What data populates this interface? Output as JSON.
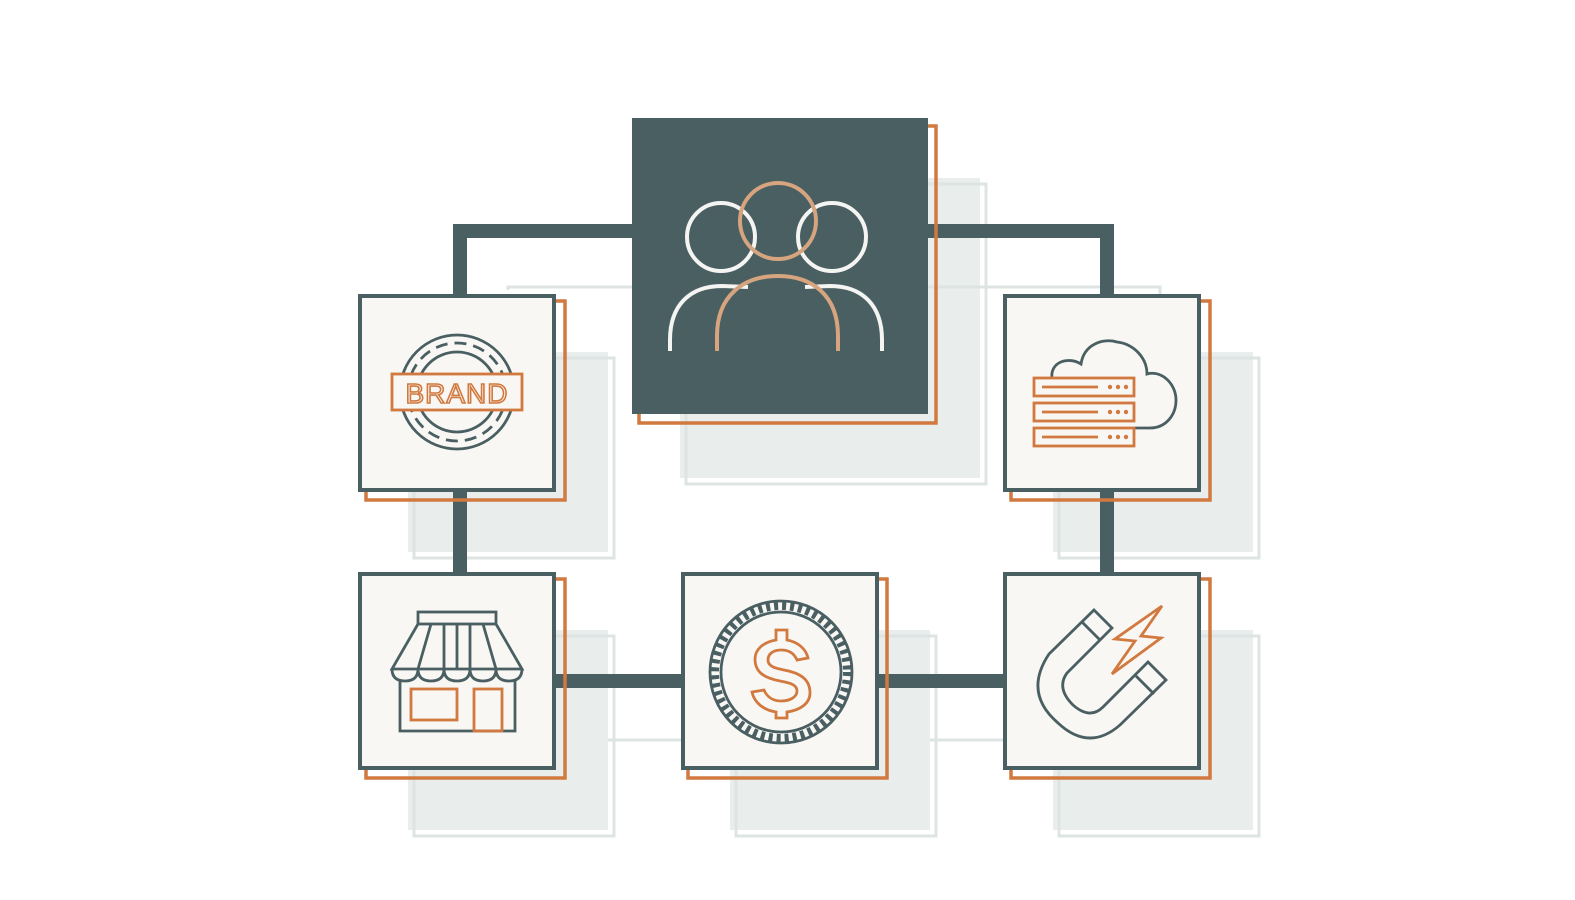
{
  "diagram": {
    "hub": {
      "icon": "users-group-icon"
    },
    "nodes": [
      {
        "id": "brand",
        "icon": "brand-badge-icon",
        "label": "BRAND"
      },
      {
        "id": "cloud",
        "icon": "cloud-server-icon"
      },
      {
        "id": "store",
        "icon": "storefront-icon"
      },
      {
        "id": "money",
        "icon": "dollar-coin-icon"
      },
      {
        "id": "magnet",
        "icon": "magnet-icon"
      }
    ]
  },
  "colors": {
    "slate": "#4a5f62",
    "orange": "#d1793f",
    "tan": "#d6a47e",
    "tile_fill": "#f9f7f4",
    "shadow": "#e9eeed"
  }
}
